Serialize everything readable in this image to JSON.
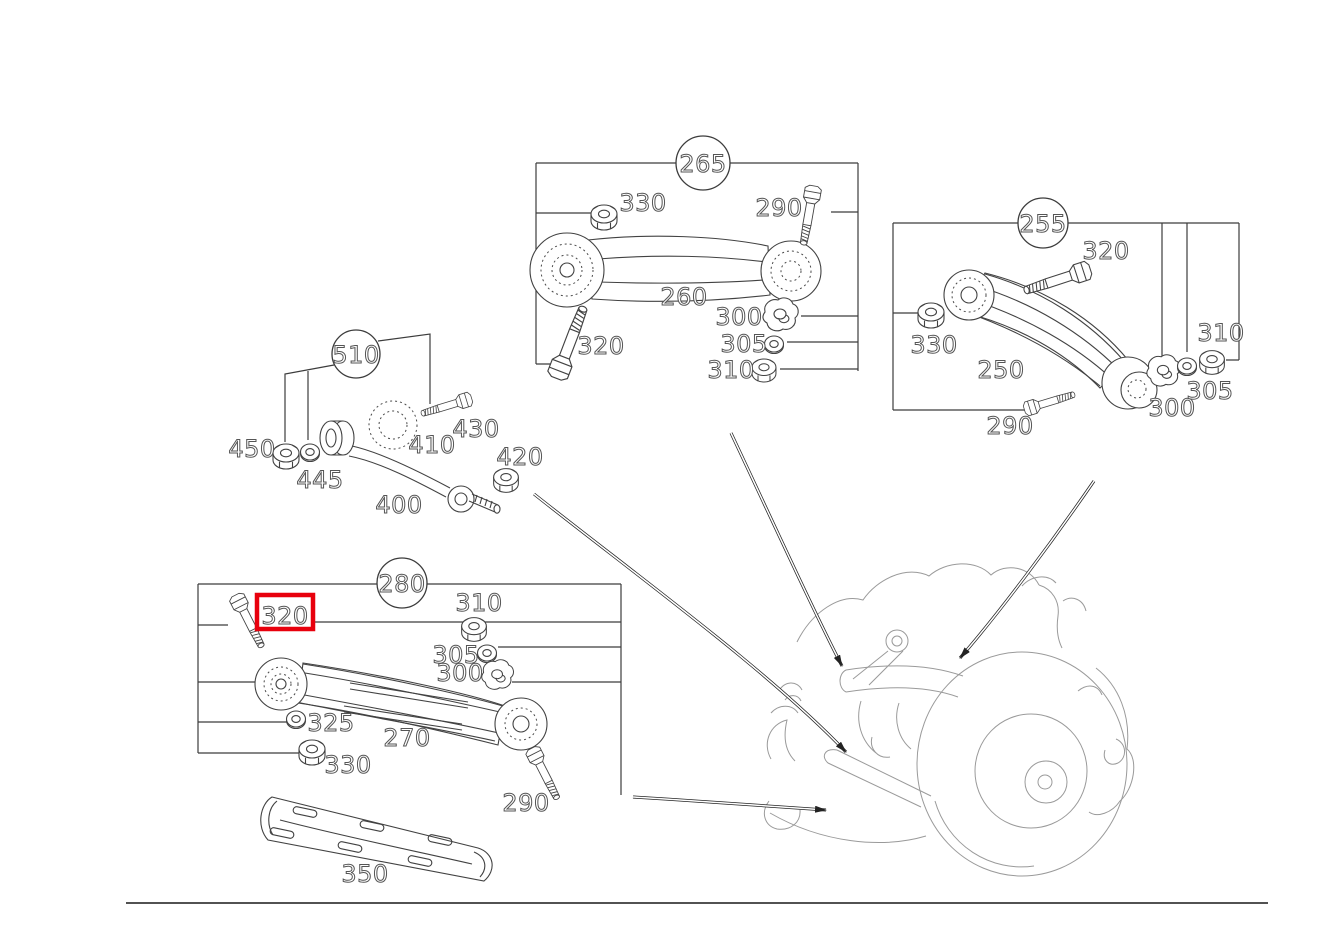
{
  "page": {
    "type": "exploded-parts-diagram",
    "background": "#ffffff",
    "line_color": "#3c3c3c",
    "sketch_color": "#9a9a9a",
    "highlight": {
      "part": "320",
      "group": "280",
      "color": "#e8000d"
    }
  },
  "groups": {
    "g265": {
      "id": "265",
      "parts": {
        "n330": "330",
        "b290": "290",
        "arm260": "260",
        "b320": "320",
        "cam300": "300",
        "w305": "305",
        "n310": "310"
      }
    },
    "g255": {
      "id": "255",
      "parts": {
        "b320": "320",
        "n330": "330",
        "arm250": "250",
        "b290": "290",
        "cam300": "300",
        "w305": "305",
        "n310": "310"
      }
    },
    "g510": {
      "id": "510",
      "parts": {
        "n450": "450",
        "w445": "445",
        "bush410": "410",
        "b430": "430",
        "n420": "420",
        "link400": "400"
      }
    },
    "g280": {
      "id": "280",
      "parts": {
        "b320": "320",
        "n310": "310",
        "w305": "305",
        "cam300": "300",
        "w325": "325",
        "arm270": "270",
        "n330": "330",
        "b290": "290",
        "cover350": "350"
      }
    }
  }
}
